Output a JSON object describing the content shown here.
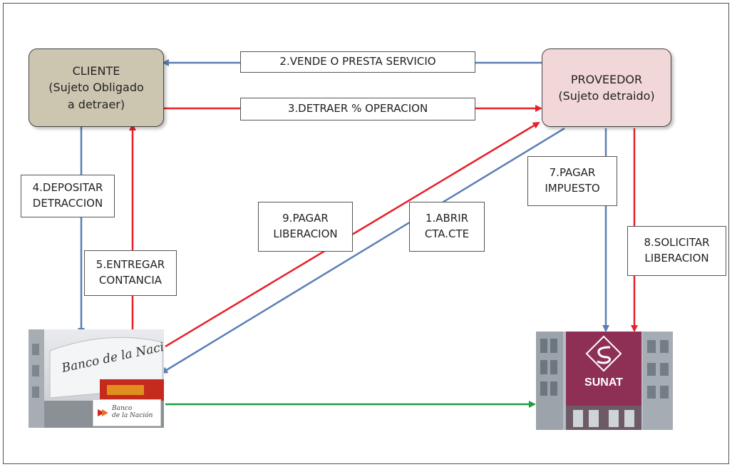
{
  "nodes": {
    "cliente": {
      "title": "CLIENTE",
      "sub1": "(Sujeto Obligado",
      "sub2": "a detraer)",
      "fill": "#ccc6b0"
    },
    "proveedor": {
      "title": "PROVEEDOR",
      "sub1": "(Sujeto detraido)",
      "fill": "#f2d7d8"
    }
  },
  "steps": {
    "s1": {
      "line1": "1.ABRIR",
      "line2": "CTA.CTE"
    },
    "s2": {
      "text": "2.VENDE  O PRESTA SERVICIO"
    },
    "s3": {
      "text": "3.DETRAER % OPERACION"
    },
    "s4": {
      "line1": "4.DEPOSITAR",
      "line2": "DETRACCION"
    },
    "s5": {
      "line1": "5.ENTREGAR",
      "line2": "CONTANCIA"
    },
    "s7": {
      "line1": "7.PAGAR",
      "line2": "IMPUESTO"
    },
    "s8": {
      "line1": "8.SOLICITAR",
      "line2": "LIBERACION"
    },
    "s9": {
      "line1": "9.PAGAR",
      "line2": "LIBERACION"
    }
  },
  "images": {
    "bank": {
      "sign_text": "Banco de la Nación",
      "logo_line1": "Banco",
      "logo_line2": "de la Nación"
    },
    "sunat": {
      "sign_text": "SUNAT"
    }
  },
  "colors": {
    "blue": "#5b7fb4",
    "red": "#e8202a",
    "green": "#1f9e48"
  }
}
